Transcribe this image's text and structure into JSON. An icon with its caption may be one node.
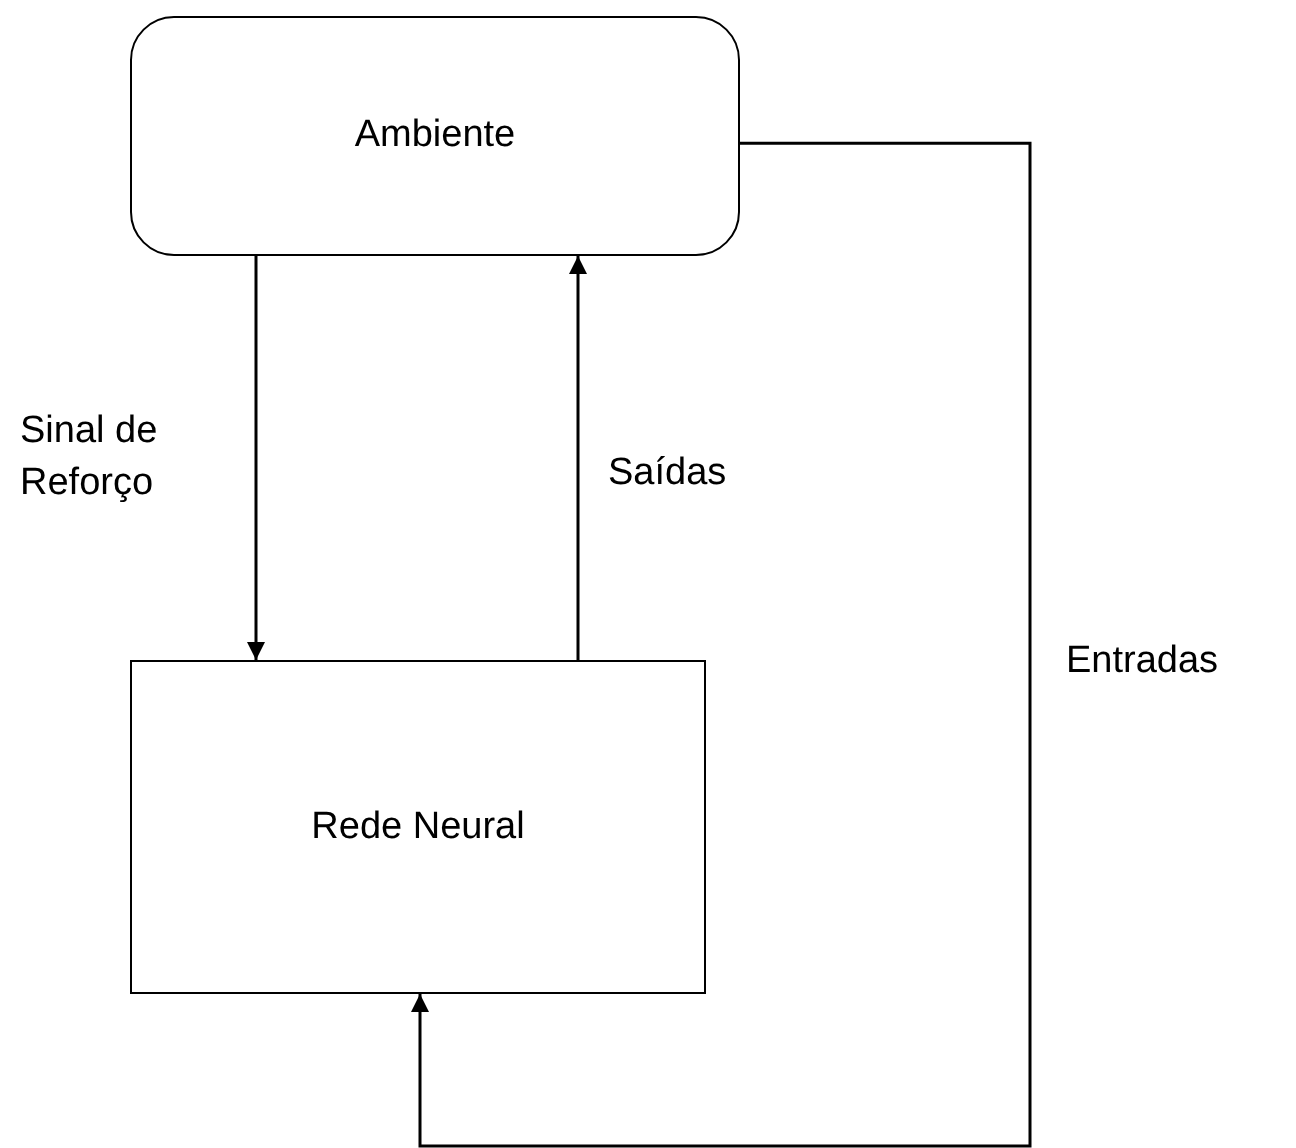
{
  "diagram": {
    "nodes": [
      {
        "text": [
          "Ambiente"
        ]
      },
      {
        "text": [
          "Rede Neural"
        ]
      }
    ],
    "edges": [
      {
        "from": 0,
        "to": 1,
        "arrow": "to",
        "label": "Sinal de Reforço"
      },
      {
        "from": 1,
        "to": 0,
        "arrow": "to",
        "label": "Saídas"
      },
      {
        "from": 0,
        "to": 1,
        "arrow": "to",
        "label": "Entradas"
      }
    ]
  }
}
